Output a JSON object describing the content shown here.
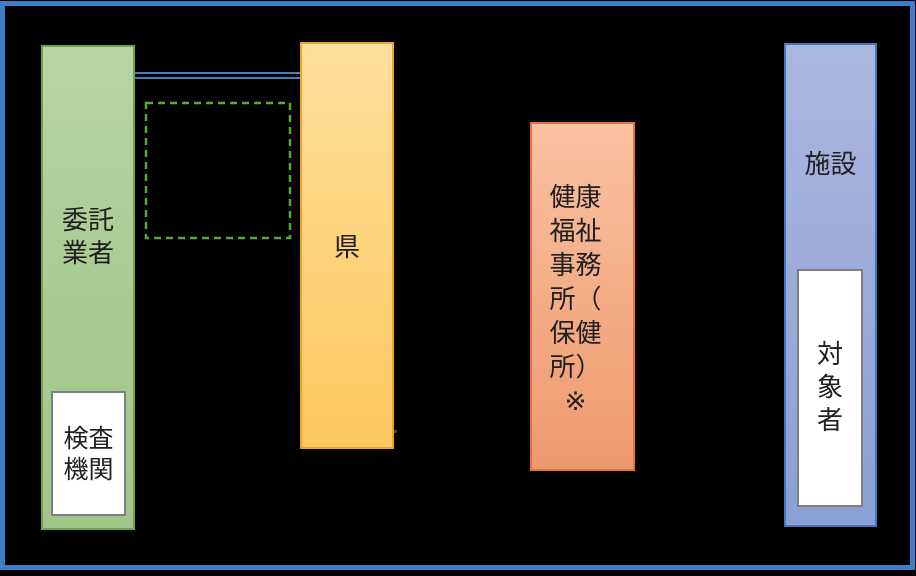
{
  "diagram": {
    "kind": "vertical-lane flow diagram (Japanese)",
    "language": "ja"
  },
  "entities": {
    "contractor": {
      "label": "委託\n業者"
    },
    "inspection_agency": {
      "label": "検査\n機関"
    },
    "prefecture": {
      "label": "県"
    },
    "health_welfare_office": {
      "label": "健康\n福祉\n事務\n所（\n保健\n所）\n※"
    },
    "facility": {
      "label": "施設"
    },
    "subject": {
      "label": "対\n象\n者"
    }
  },
  "colors": {
    "background": "#000000",
    "frame_border": "#3d7ec6",
    "contractor_fill": "#a8cc90",
    "contractor_border": "#6ea44b",
    "prefecture_fill": "#fdd279",
    "prefecture_border": "#f0a22e",
    "health_fill": "#f3ab84",
    "health_border": "#e8713c",
    "facility_fill": "#9aaad9",
    "facility_border": "#4472c4",
    "inner_box_fill": "#ffffff",
    "inner_box_border": "#7f7f7f",
    "dashed_box_border": "#55aa38",
    "connector_line": "#4a7ebb",
    "text": "#202020"
  }
}
